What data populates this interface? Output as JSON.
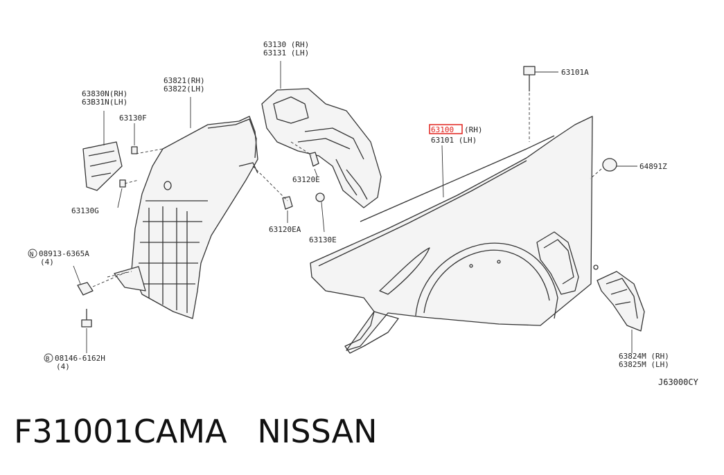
{
  "diagram": {
    "labels": {
      "l_63130_rh": "63130 (RH)",
      "l_63131_lh": "63131 (LH)",
      "l_63821_rh": "63821(RH)",
      "l_63822_lh": "63822(LH)",
      "l_63830n_rh": "63830N(RH)",
      "l_63831n_lh": "63B31N(LH)",
      "l_63130f": "63130F",
      "l_63130g": "63130G",
      "l_08913": "08913-6365A",
      "l_08913_qty": "(4)",
      "l_08146": "08146-6162H",
      "l_08146_qty": "(4)",
      "l_63120e": "63120E",
      "l_63120ea": "63120EA",
      "l_63130e": "63130E",
      "l_63101a": "63101A",
      "l_63100_rh": "(RH)",
      "l_63100_hl": "63100",
      "l_63101_lh": "63101 (LH)",
      "l_64891z": "64891Z",
      "l_63824m_rh": "63824M (RH)",
      "l_63825m_lh": "63825M (LH)",
      "l_ref": "J63000CY"
    },
    "symbols": {
      "n": "N",
      "b": "B"
    },
    "highlight_color": "#e0201b"
  },
  "caption": {
    "part_number": "F31001CAMA",
    "brand": "NISSAN"
  }
}
